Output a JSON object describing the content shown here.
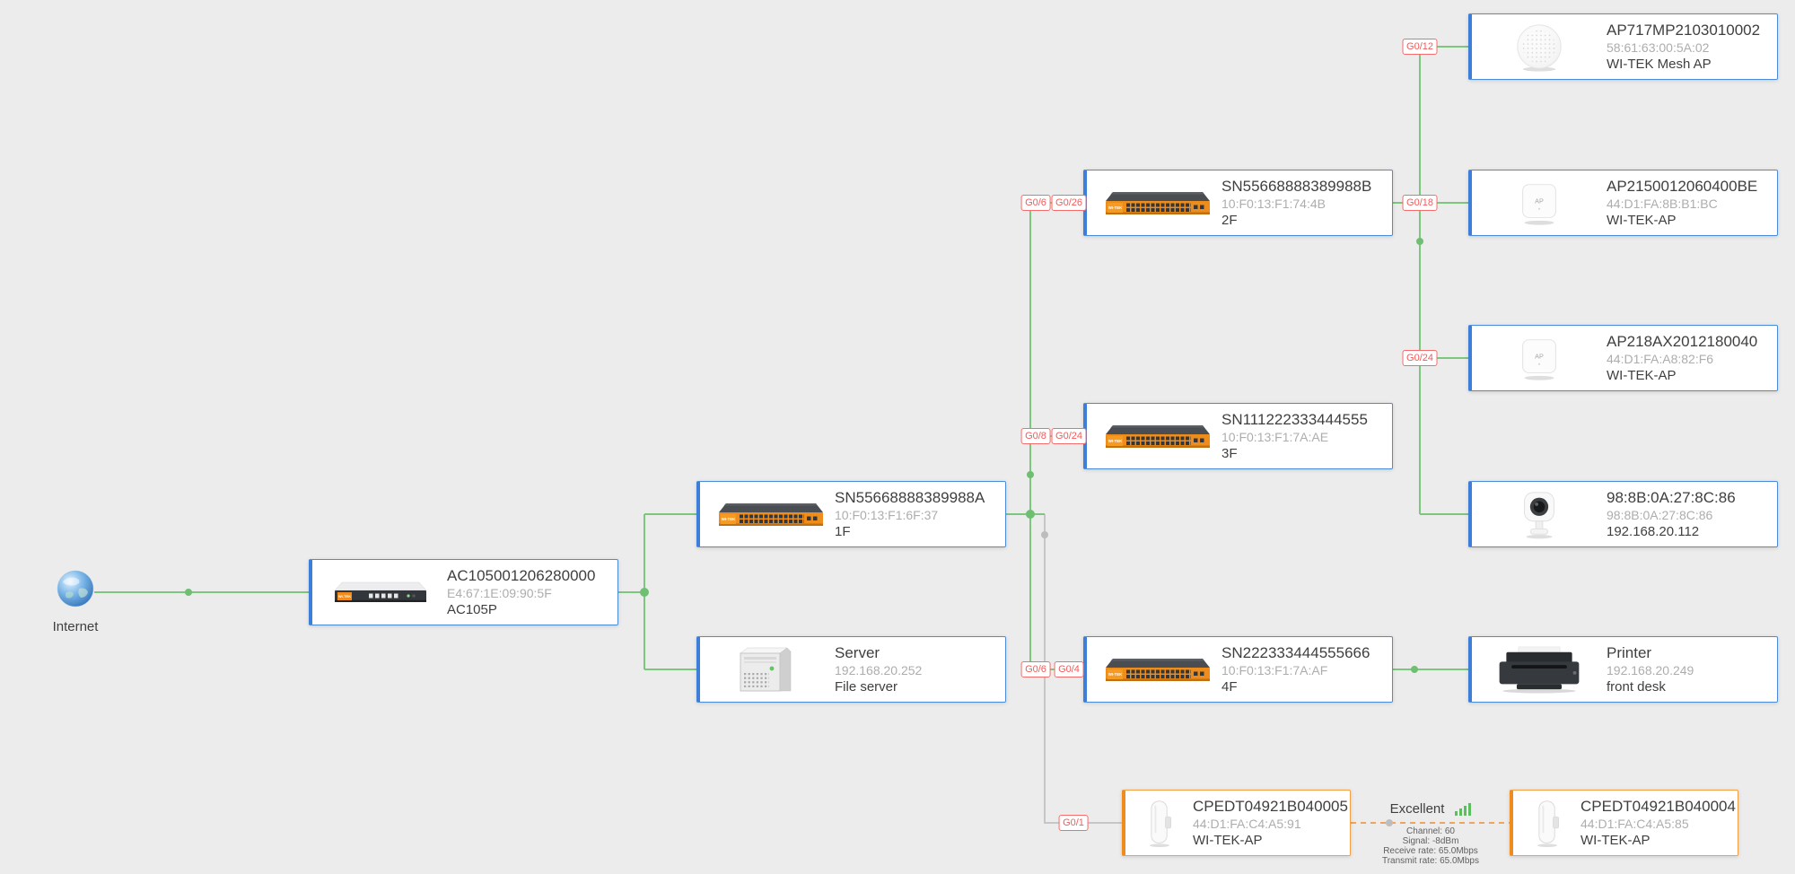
{
  "internet": {
    "label": "Internet"
  },
  "devices": {
    "router": {
      "title": "AC105001206280000",
      "sub": "E4:67:1E:09:90:5F",
      "desc": "AC105P"
    },
    "switch_1f": {
      "title": "SN55668888389988A",
      "sub": "10:F0:13:F1:6F:37",
      "desc": "1F"
    },
    "server": {
      "title": "Server",
      "sub": "192.168.20.252",
      "desc": "File server"
    },
    "switch_2f": {
      "title": "SN55668888389988B",
      "sub": "10:F0:13:F1:74:4B",
      "desc": "2F"
    },
    "switch_3f": {
      "title": "SN111222333444555",
      "sub": "10:F0:13:F1:7A:AE",
      "desc": "3F"
    },
    "switch_4f": {
      "title": "SN222333444555666",
      "sub": "10:F0:13:F1:7A:AF",
      "desc": "4F"
    },
    "mesh_ap": {
      "title": "AP717MP2103010002",
      "sub": "58:61:63:00:5A:02",
      "desc": "WI-TEK Mesh AP"
    },
    "ap_2150": {
      "title": "AP2150012060400BE",
      "sub": "44:D1:FA:8B:B1:BC",
      "desc": "WI-TEK-AP"
    },
    "ap_218ax": {
      "title": "AP218AX2012180040",
      "sub": "44:D1:FA:A8:82:F6",
      "desc": "WI-TEK-AP"
    },
    "camera": {
      "title": "98:8B:0A:27:8C:86",
      "sub": "98:8B:0A:27:8C:86",
      "desc": "192.168.20.112"
    },
    "printer": {
      "title": "Printer",
      "sub": "192.168.20.249",
      "desc": "front desk"
    },
    "cpe_5": {
      "title": "CPEDT04921B040005",
      "sub": "44:D1:FA:C4:A5:91",
      "desc": "WI-TEK-AP"
    },
    "cpe_4": {
      "title": "CPEDT04921B040004",
      "sub": "44:D1:FA:C4:A5:85",
      "desc": "WI-TEK-AP"
    }
  },
  "ports": {
    "mesh_g0_12": "G0/12",
    "f2_g0_6": "G0/6",
    "f2_g0_26": "G0/26",
    "ap2150_g0_18": "G0/18",
    "ap218_g0_24": "G0/24",
    "f3_g0_8": "G0/8",
    "f3_g0_24": "G0/24",
    "f4_g0_6": "G0/6",
    "f4_g0_4": "G0/4",
    "cpe_g0_1": "G0/1"
  },
  "wireless_link": {
    "quality": "Excellent",
    "details": {
      "channel": "Channel: 60",
      "signal": "Signal: -8dBm",
      "receive": "Receive rate: 65.0Mbps",
      "transmit": "Transmit rate: 65.0Mbps"
    }
  },
  "colors": {
    "link_green": "#7cc67e",
    "link_gray": "#c6c6c6",
    "wireless_orange": "#eda45f",
    "card_blue": "#4a8cdb",
    "card_orange": "#f5a045",
    "port_red": "#f56c6c",
    "background": "#ececec"
  }
}
